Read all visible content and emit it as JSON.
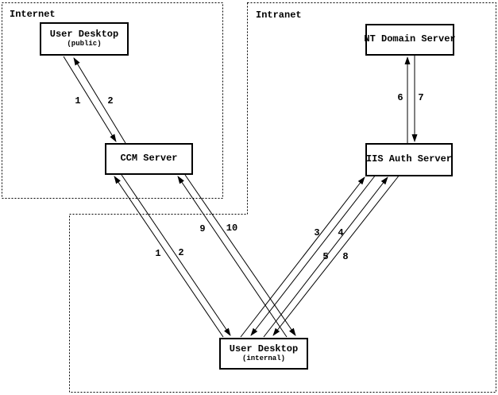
{
  "zones": [
    {
      "label": "Internet"
    },
    {
      "label": "Intranet"
    }
  ],
  "nodes": {
    "ud_public": {
      "title": "User Desktop",
      "subtitle": "(public)"
    },
    "ccm": {
      "title": "CCM Server"
    },
    "nt_domain": {
      "title": "NT Domain Server"
    },
    "iis_auth": {
      "title": "IIS Auth Server"
    },
    "ud_internal": {
      "title": "User Desktop",
      "subtitle": "(internal)"
    }
  },
  "edges": [
    {
      "label": "1",
      "from": "User Desktop (public)",
      "to": "CCM Server"
    },
    {
      "label": "2",
      "from": "CCM Server",
      "to": "User Desktop (public)"
    },
    {
      "label": "1",
      "from": "User Desktop (internal)",
      "to": "CCM Server"
    },
    {
      "label": "2",
      "from": "CCM Server",
      "to": "User Desktop (internal)"
    },
    {
      "label": "3",
      "from": "User Desktop (internal)",
      "to": "IIS Auth Server"
    },
    {
      "label": "4",
      "from": "IIS Auth Server",
      "to": "User Desktop (internal)"
    },
    {
      "label": "5",
      "from": "User Desktop (internal)",
      "to": "IIS Auth Server"
    },
    {
      "label": "6",
      "from": "IIS Auth Server",
      "to": "NT Domain Server"
    },
    {
      "label": "7",
      "from": "NT Domain Server",
      "to": "IIS Auth Server"
    },
    {
      "label": "8",
      "from": "IIS Auth Server",
      "to": "User Desktop (internal)"
    },
    {
      "label": "9",
      "from": "User Desktop (internal)",
      "to": "CCM Server"
    },
    {
      "label": "10",
      "from": "CCM Server",
      "to": "User Desktop (internal)"
    }
  ],
  "colors": {
    "line": "#000000",
    "background": "#ffffff",
    "text": "#000000"
  }
}
